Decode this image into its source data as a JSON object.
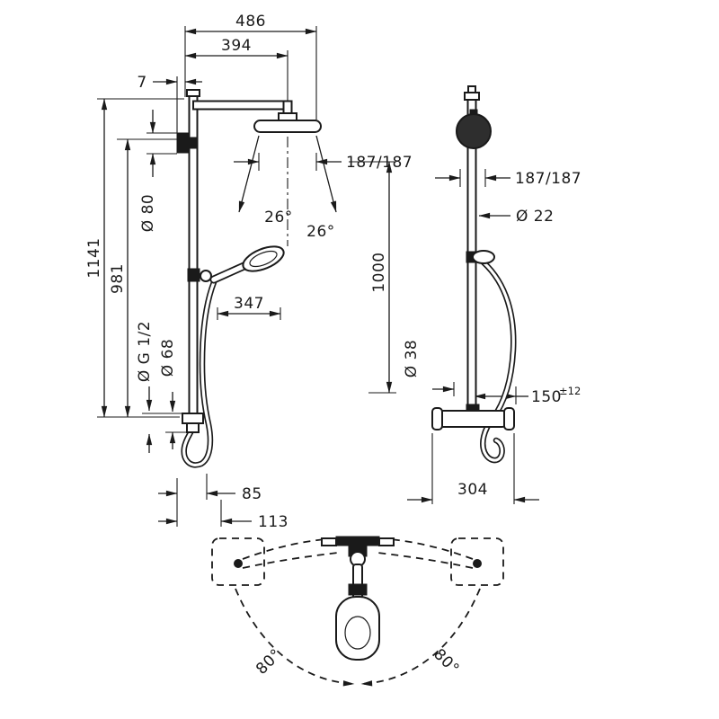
{
  "drawing": {
    "type": "shower-system-dimension-drawing",
    "colors": {
      "line": "#1a1a1a",
      "background": "#ffffff"
    },
    "front": {
      "dim_width_total": "486",
      "dim_width_arm": "394",
      "dim_offset": "7",
      "dim_height_total": "1141",
      "dim_height_bracket": "981",
      "dia_escutcheon": "Ø 80",
      "dia_thread": "Ø G 1/2",
      "dia_base": "Ø 68",
      "dim_handshower": "347",
      "dim_spray_height": "1000",
      "spray_reach": "187/187",
      "angle_left": "26°",
      "angle_right": "26°",
      "dim_hose_offset": "85",
      "dim_hose_width": "113"
    },
    "side": {
      "spray_reach": "187/187",
      "dia_pipe": "Ø 22",
      "dia_connection": "Ø 38",
      "offset_value": "150",
      "offset_tolerance": "±12",
      "dim_valve_width": "304"
    },
    "top": {
      "swivel_left": "80°",
      "swivel_right": "80°"
    }
  }
}
